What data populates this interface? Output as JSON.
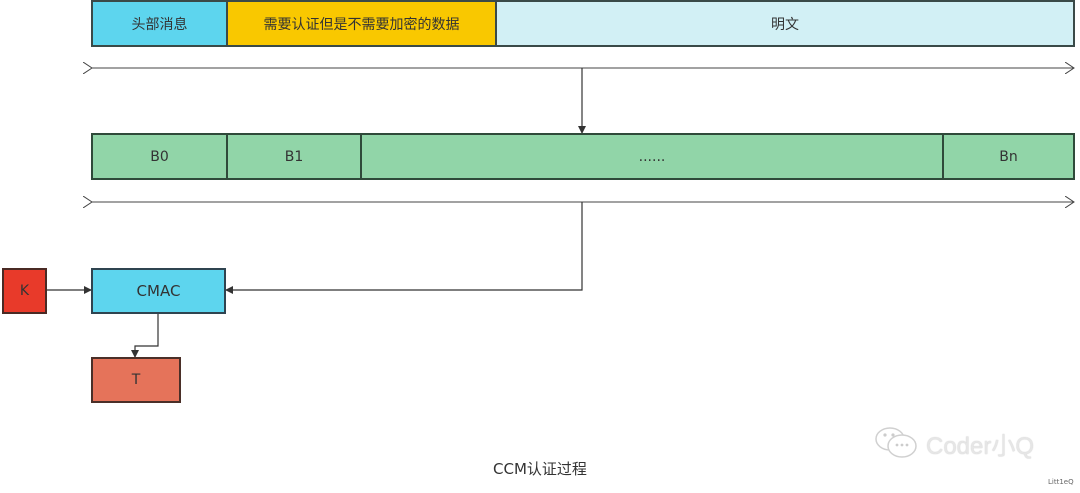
{
  "diagram": {
    "top_row": [
      {
        "label": "头部消息",
        "color": "#5dd5ee"
      },
      {
        "label": "需要认证但是不需要加密的数据",
        "color": "#f9c800"
      },
      {
        "label": "明文",
        "color": "#d2f0f5"
      }
    ],
    "block_row": [
      {
        "label": "B0",
        "color": "#91d5a8"
      },
      {
        "label": "B1",
        "color": "#91d5a8"
      },
      {
        "label": "......",
        "color": "#91d5a8"
      },
      {
        "label": "Bn",
        "color": "#91d5a8"
      }
    ],
    "key": {
      "label": "K",
      "color": "#e83a2a"
    },
    "cmac": {
      "label": "CMAC",
      "color": "#5dd5ee"
    },
    "tag": {
      "label": "T",
      "color": "#e5735a"
    },
    "caption": "CCM认证过程"
  },
  "watermark": {
    "brand": "Coder小Q",
    "author": "Litt1eQ"
  }
}
